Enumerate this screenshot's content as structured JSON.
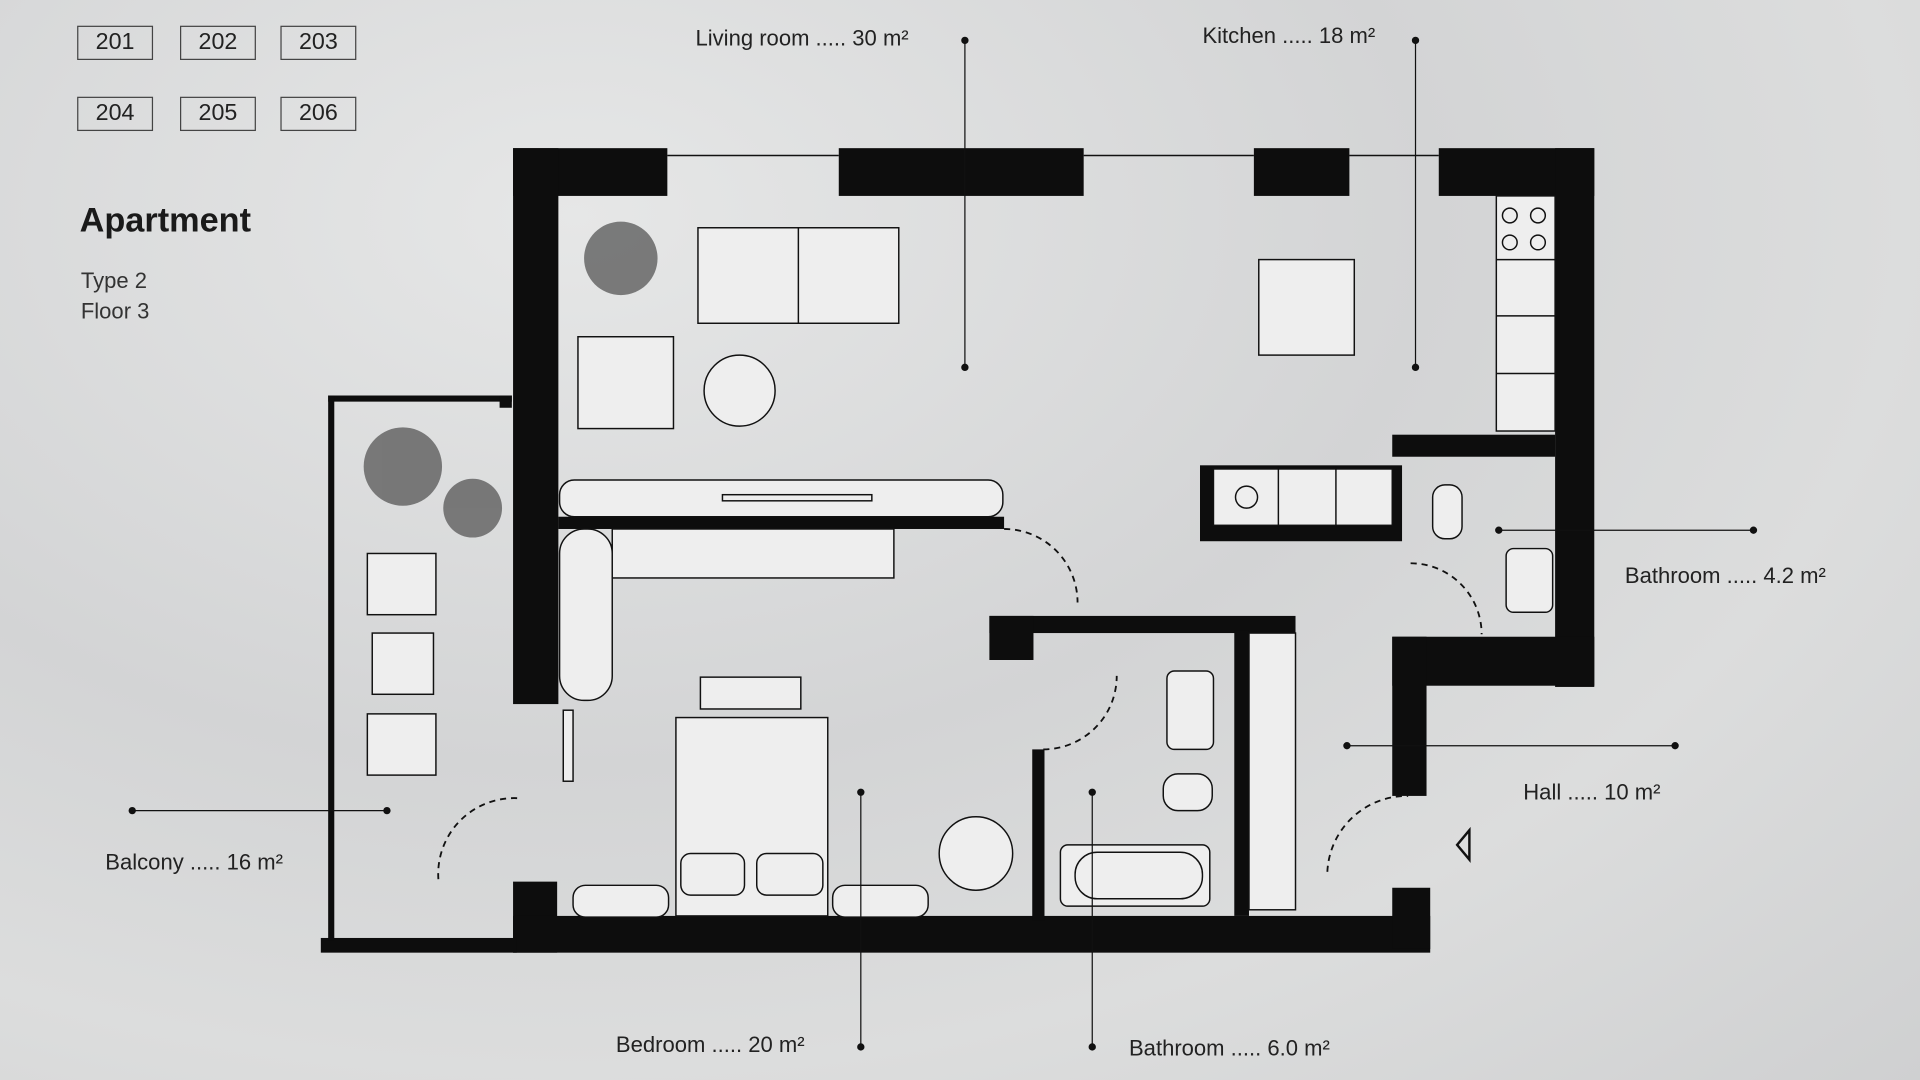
{
  "units": [
    "201",
    "202",
    "203",
    "204",
    "205",
    "206"
  ],
  "title": "Apartment",
  "type": "Type 2",
  "floor": "Floor 3",
  "rooms": {
    "living": "Living room ..... 30 m²",
    "kitchen": "Kitchen ..... 18 m²",
    "bath1": "Bathroom ..... 4.2 m²",
    "hall": "Hall ..... 10 m²",
    "balcony": "Balcony ..... 16 m²",
    "bedroom": "Bedroom ..... 20 m²",
    "bath2": "Bathroom ..... 6.0 m²"
  }
}
